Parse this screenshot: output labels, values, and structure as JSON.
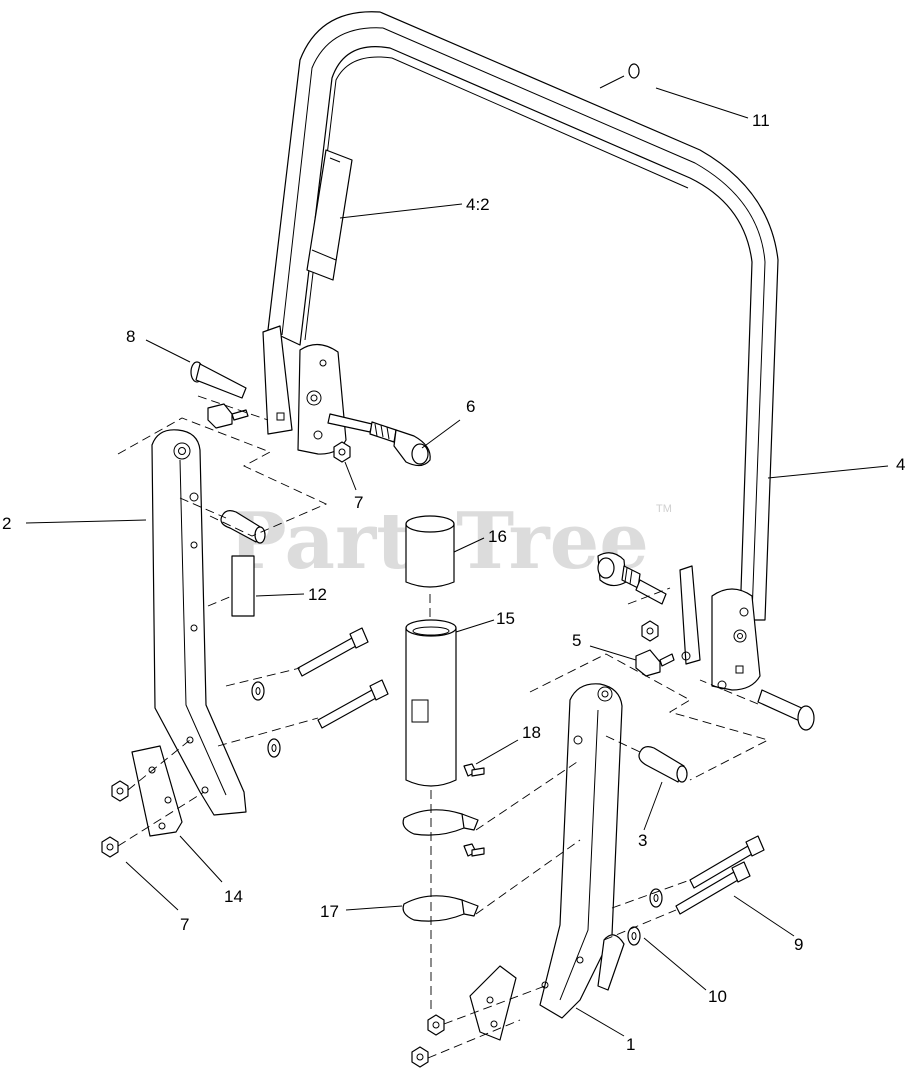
{
  "watermark": {
    "brand": "PartsTree",
    "trademark": "TM"
  },
  "callouts": [
    {
      "id": "c1",
      "text": "1"
    },
    {
      "id": "c2",
      "text": "2"
    },
    {
      "id": "c3",
      "text": "3"
    },
    {
      "id": "c4",
      "text": "4"
    },
    {
      "id": "c4-2",
      "text": "4:2"
    },
    {
      "id": "c5",
      "text": "5"
    },
    {
      "id": "c6",
      "text": "6"
    },
    {
      "id": "c7a",
      "text": "7"
    },
    {
      "id": "c7b",
      "text": "7"
    },
    {
      "id": "c8",
      "text": "8"
    },
    {
      "id": "c9",
      "text": "9"
    },
    {
      "id": "c10",
      "text": "10"
    },
    {
      "id": "c11",
      "text": "11"
    },
    {
      "id": "c12",
      "text": "12"
    },
    {
      "id": "c14",
      "text": "14"
    },
    {
      "id": "c15",
      "text": "15"
    },
    {
      "id": "c16",
      "text": "16"
    },
    {
      "id": "c17",
      "text": "17"
    },
    {
      "id": "c18",
      "text": "18"
    }
  ]
}
